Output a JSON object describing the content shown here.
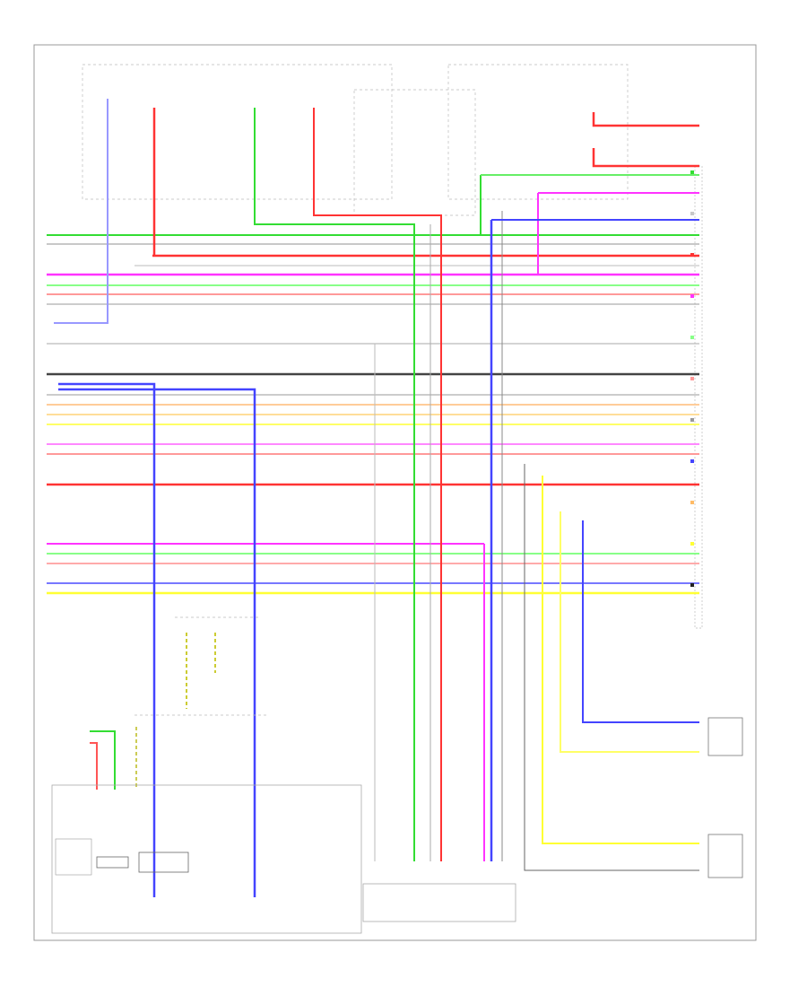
{
  "diagram": {
    "title": "",
    "footer_code": "",
    "wires": [
      {
        "name": "wire-green-1",
        "color": "#33dd33"
      },
      {
        "name": "wire-white-1",
        "color": "#c8c8c8"
      },
      {
        "name": "wire-red-1",
        "color": "#ff3333"
      },
      {
        "name": "wire-magenta-1",
        "color": "#ff33ff"
      },
      {
        "name": "wire-lightgreen",
        "color": "#88ff88"
      },
      {
        "name": "wire-pink",
        "color": "#ff9999"
      },
      {
        "name": "wire-gray",
        "color": "#999999"
      },
      {
        "name": "wire-blue",
        "color": "#4444ff"
      },
      {
        "name": "wire-orange",
        "color": "#ffbb66"
      },
      {
        "name": "wire-yellow",
        "color": "#ffff33"
      },
      {
        "name": "wire-black",
        "color": "#222222"
      }
    ]
  }
}
